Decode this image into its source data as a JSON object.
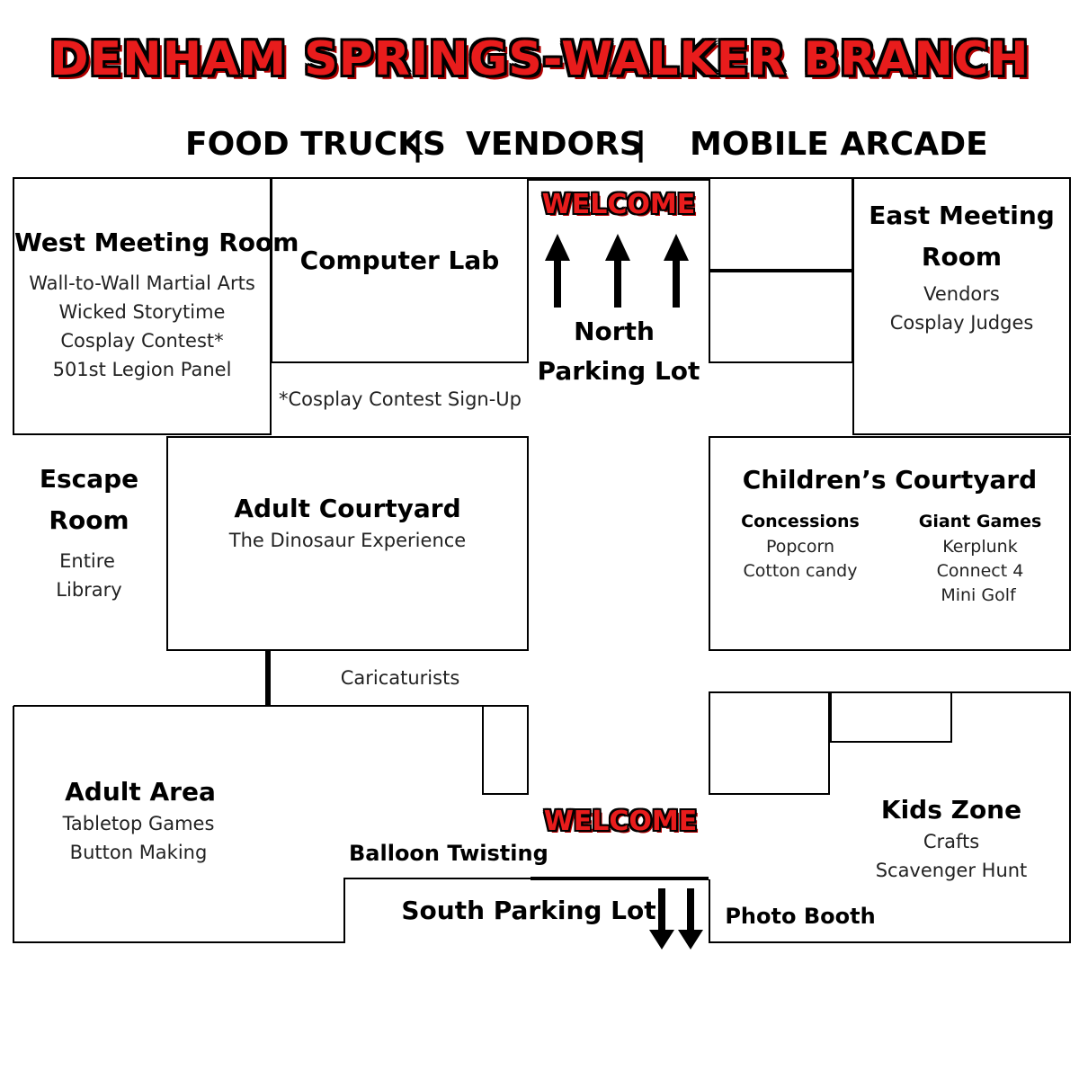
{
  "title": "DENHAM SPRINGS-WALKER BRANCH",
  "top_attractions": [
    "FOOD TRUCKS",
    "VENDORS",
    "MOBILE ARCADE"
  ],
  "separator": "|",
  "colors": {
    "accent_red": "#e81c1c",
    "wall": "#000000"
  },
  "west_meeting_room": {
    "name": "West Meeting Room",
    "items": [
      "Wall-to-Wall Martial Arts",
      "Wicked Storytime",
      "Cosplay Contest*",
      "501st Legion Panel"
    ]
  },
  "computer_lab": {
    "name": "Computer Lab"
  },
  "cosplay_signup": "*Cosplay Contest Sign-Up",
  "north_entrance": {
    "welcome": "WELCOME",
    "label_line1": "North",
    "label_line2": "Parking Lot"
  },
  "east_meeting_room": {
    "name_line1": "East Meeting",
    "name_line2": "Room",
    "items": [
      "Vendors",
      "Cosplay Judges"
    ]
  },
  "escape_room": {
    "name_line1": "Escape",
    "name_line2": "Room",
    "items": [
      "Entire",
      "Library"
    ]
  },
  "adult_courtyard": {
    "name": "Adult Courtyard",
    "items": [
      "The Dinosaur Experience"
    ]
  },
  "childrens_courtyard": {
    "name": "Children’s Courtyard",
    "concessions": {
      "heading": "Concessions",
      "items": [
        "Popcorn",
        "Cotton candy"
      ]
    },
    "giant_games": {
      "heading": "Giant Games",
      "items": [
        "Kerplunk",
        "Connect 4",
        "Mini Golf"
      ]
    }
  },
  "caricaturists": "Caricaturists",
  "adult_area": {
    "name": "Adult Area",
    "items": [
      "Tabletop Games",
      "Button Making"
    ]
  },
  "balloon_twisting": "Balloon Twisting",
  "south_entrance": {
    "welcome": "WELCOME",
    "label": "South Parking Lot"
  },
  "kids_zone": {
    "name": "Kids Zone",
    "items": [
      "Crafts",
      "Scavenger Hunt"
    ]
  },
  "photo_booth": "Photo Booth"
}
